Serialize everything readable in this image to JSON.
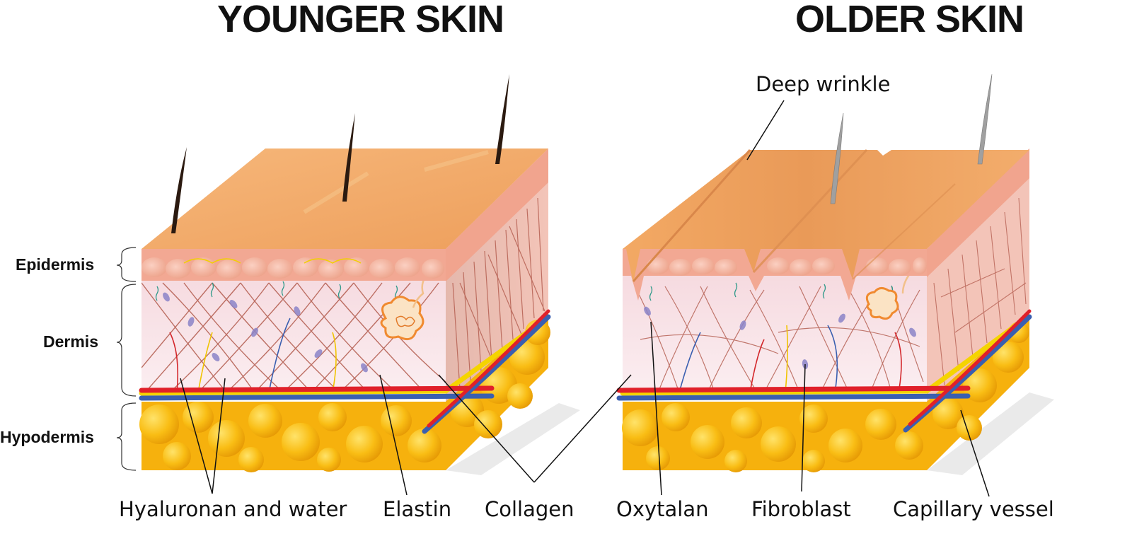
{
  "titles": {
    "younger": "YOUNGER SKIN",
    "older": "OLDER SKIN"
  },
  "layers": {
    "epidermis": "Epidermis",
    "dermis": "Dermis",
    "hypodermis": "Hypodermis"
  },
  "callouts": {
    "deep_wrinkle": "Deep wrinkle",
    "hyaluronan_water": "Hyaluronan and water",
    "elastin": "Elastin",
    "collagen": "Collagen",
    "oxytalan": "Oxytalan",
    "fibroblast": "Fibroblast",
    "capillary_vessel": "Capillary vessel"
  },
  "colors": {
    "skin_top": "#f2a968",
    "epidermis": "#f4b09a",
    "dermis": "#f7dde2",
    "collagen_fiber": "#b0584a",
    "fat": "#f7b40f",
    "artery": "#e0202a",
    "vein": "#3a5fb0",
    "lymph": "#f5d400",
    "hair_young": "#2b1a10",
    "hair_old": "#9a9a9a"
  }
}
